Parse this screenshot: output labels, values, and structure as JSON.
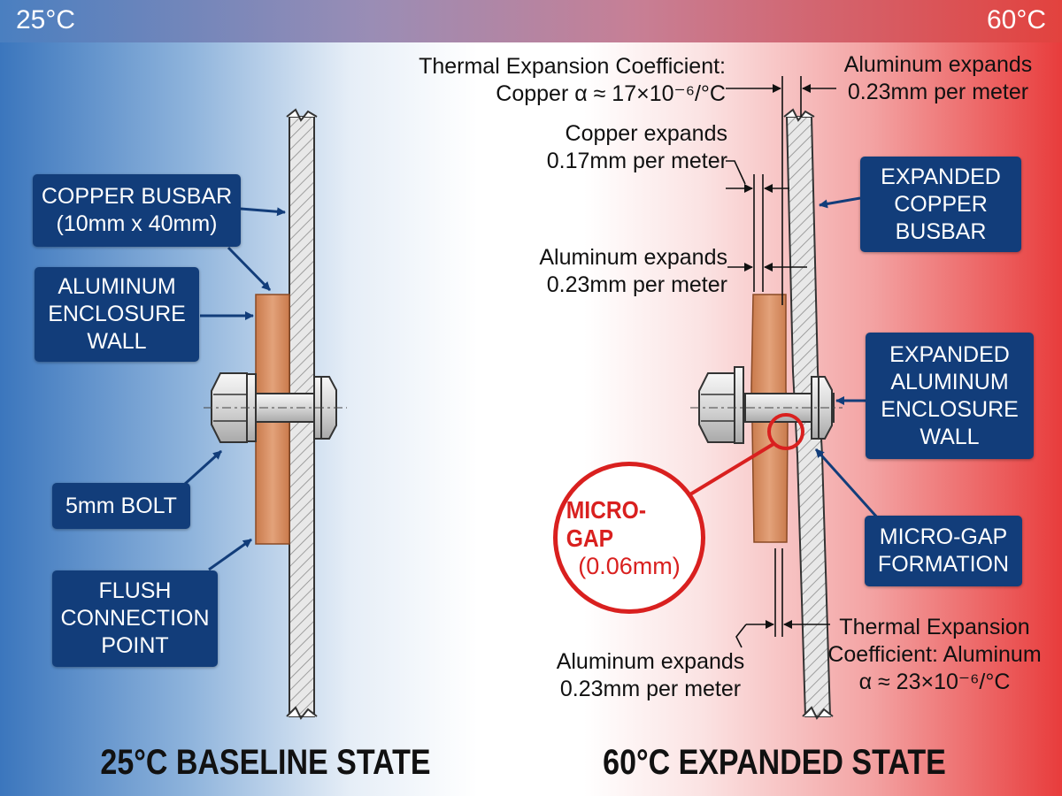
{
  "header": {
    "temp_left": "25°C",
    "temp_right": "60°C"
  },
  "left_labels": {
    "copper_busbar": "COPPER BUSBAR\n(10mm x 40mm)",
    "aluminum_wall": "ALUMINUM\nENCLOSURE\nWALL",
    "bolt": "5mm BOLT",
    "flush_point": "FLUSH\nCONNECTION\nPOINT"
  },
  "right_labels": {
    "expanded_copper": "EXPANDED\nCOPPER\nBUSBAR",
    "expanded_aluminum": "EXPANDED\nALUMINUM\nENCLOSURE\nWALL",
    "micro_gap_formation": "MICRO-GAP\nFORMATION"
  },
  "annotations": {
    "copper_coefficient": "Thermal Expansion Coefficient:\nCopper α ≈ 17×10⁻⁶/°C",
    "aluminum_expands_top": "Aluminum expands\n0.23mm per meter",
    "copper_expands": "Copper  expands\n0.17mm per meter",
    "aluminum_expands_mid": "Aluminum expands\n0.23mm per meter",
    "aluminum_expands_bottom": "Aluminum expands\n0.23mm per meter",
    "aluminum_coefficient": "Thermal Expansion\nCoefficient: Aluminum\nα ≈ 23×10⁻⁶/°C"
  },
  "micro_gap": {
    "title": "MICRO-GAP",
    "value": "(0.06mm)"
  },
  "footer": {
    "left": "25°C BASELINE STATE",
    "right": "60°C EXPANDED STATE"
  },
  "colors": {
    "navy_box": "#123d7a",
    "copper": "#d98f63",
    "alert_red": "#d9201f",
    "cold_blue": "#3b76bd",
    "hot_red": "#e83c3c"
  }
}
